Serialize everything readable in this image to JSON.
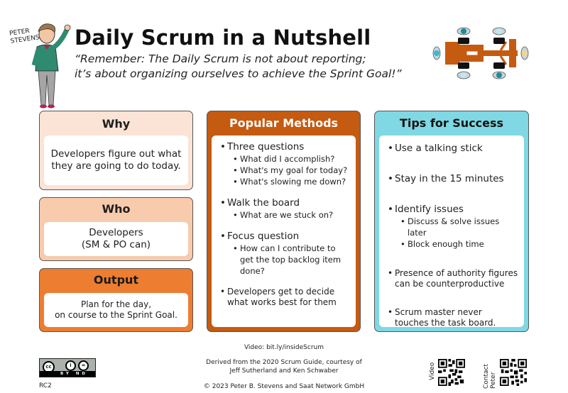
{
  "header": {
    "avatar_name_line1": "PETER",
    "avatar_name_line2": "STEVENS",
    "title": "Daily Scrum in a Nutshell",
    "quote_line1": "“Remember: The Daily Scrum is not about reporting;",
    "quote_line2": "it’s about organizing ourselves to achieve the Sprint Goal!”",
    "logo_icon": "race-car-with-team-icon"
  },
  "colors": {
    "why_bg": "#fbe3d6",
    "who_bg": "#f8cbad",
    "output_bg": "#ed7d31",
    "methods_bg": "#c55a11",
    "tips_bg": "#7fd8e3"
  },
  "why": {
    "heading": "Why",
    "text_line1": "Developers figure out what",
    "text_line2": "they are going to do today."
  },
  "who": {
    "heading": "Who",
    "text_line1": "Developers",
    "text_line2": "(SM & PO can)"
  },
  "output": {
    "heading": "Output",
    "text_line1": "Plan for the day,",
    "text_line2": "on course to the Sprint Goal."
  },
  "methods": {
    "heading": "Popular Methods",
    "items": [
      {
        "label": "Three questions",
        "sub": [
          "What did I accomplish?",
          "What's my goal for today?",
          "What's slowing me down?"
        ]
      },
      {
        "label": "Walk the board",
        "sub": [
          "What are we stuck on?"
        ]
      },
      {
        "label": "Focus question",
        "sub": [
          "How can I contribute to get the top backlog item done?"
        ]
      },
      {
        "label": "Developers get to decide what works best for them",
        "sub": []
      }
    ]
  },
  "tips": {
    "heading": "Tips for Success",
    "items": [
      {
        "label": "Use a talking stick",
        "sub": []
      },
      {
        "label": "Stay in the 15 minutes",
        "sub": []
      },
      {
        "label": "Identify issues",
        "sub": [
          "Discuss & solve issues later",
          "Block enough time"
        ]
      },
      {
        "label": "Presence of authority figures can be counterproductive",
        "sub": []
      },
      {
        "label": "Scrum master never touches the task board.",
        "sub": []
      }
    ]
  },
  "footer": {
    "video": "Video: bit.ly/insideScrum",
    "derived_line1": "Derived from the 2020 Scrum Guide, courtesy of",
    "derived_line2": "Jeff Sutherland and Ken Schwaber",
    "copyright": "© 2023 Peter B. Stevens and Saat Network GmbH",
    "license": "CC BY ND",
    "license_cc": "cc",
    "license_by": "BY",
    "license_nd": "ND",
    "version": "RC2",
    "qr_video_label": "Video",
    "qr_contact_label_line1": "Contact",
    "qr_contact_label_line2": "Peter"
  }
}
